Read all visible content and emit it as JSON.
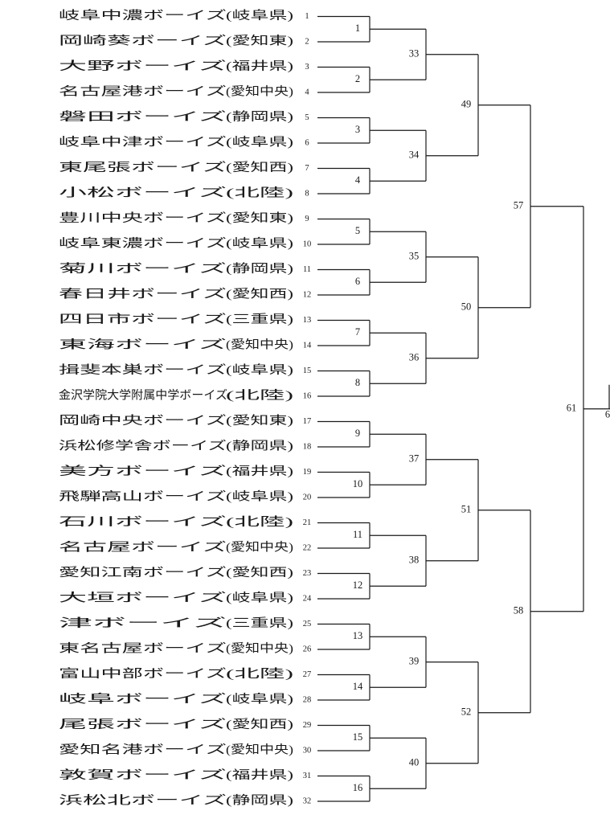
{
  "teams": [
    {
      "seed": "1",
      "name": "岐阜中濃ボーイズ",
      "region": "(岐阜県)"
    },
    {
      "seed": "2",
      "name": "岡崎葵ボーイズ",
      "region": "(愛知東)"
    },
    {
      "seed": "3",
      "name": "大野ボーイズ",
      "region": "(福井県)"
    },
    {
      "seed": "4",
      "name": "名古屋港ボーイズ",
      "region": "(愛知中央)"
    },
    {
      "seed": "5",
      "name": "磐田ボーイズ",
      "region": "(静岡県)"
    },
    {
      "seed": "6",
      "name": "岐阜中津ボーイズ",
      "region": "(岐阜県)"
    },
    {
      "seed": "7",
      "name": "東尾張ボーイズ",
      "region": "(愛知西)"
    },
    {
      "seed": "8",
      "name": "小松ボーイズ",
      "region": "(北陸)"
    },
    {
      "seed": "9",
      "name": "豊川中央ボーイズ",
      "region": "(愛知東)"
    },
    {
      "seed": "10",
      "name": "岐阜東濃ボーイズ",
      "region": "(岐阜県)"
    },
    {
      "seed": "11",
      "name": "菊川ボーイズ",
      "region": "(静岡県)"
    },
    {
      "seed": "12",
      "name": "春日井ボーイズ",
      "region": "(愛知西)"
    },
    {
      "seed": "13",
      "name": "四日市ボーイズ",
      "region": "(三重県)"
    },
    {
      "seed": "14",
      "name": "東海ボーイズ",
      "region": "(愛知中央)"
    },
    {
      "seed": "15",
      "name": "揖斐本巣ボーイズ",
      "region": "(岐阜県)"
    },
    {
      "seed": "16",
      "name": "金沢学院大学附属中学ボーイズ",
      "region": "(北陸)"
    },
    {
      "seed": "17",
      "name": "岡崎中央ボーイズ",
      "region": "(愛知東)"
    },
    {
      "seed": "18",
      "name": "浜松修学舎ボーイズ",
      "region": "(静岡県)"
    },
    {
      "seed": "19",
      "name": "美方ボーイズ",
      "region": "(福井県)"
    },
    {
      "seed": "20",
      "name": "飛騨高山ボーイズ",
      "region": "(岐阜県)"
    },
    {
      "seed": "21",
      "name": "石川ボーイズ",
      "region": "(北陸)"
    },
    {
      "seed": "22",
      "name": "名古屋ボーイズ",
      "region": "(愛知中央)"
    },
    {
      "seed": "23",
      "name": "愛知江南ボーイズ",
      "region": "(愛知西)"
    },
    {
      "seed": "24",
      "name": "大垣ボーイズ",
      "region": "(岐阜県)"
    },
    {
      "seed": "25",
      "name": "津ボーイズ",
      "region": "(三重県)"
    },
    {
      "seed": "26",
      "name": "東名古屋ボーイズ",
      "region": "(愛知中央)"
    },
    {
      "seed": "27",
      "name": "富山中部ボーイズ",
      "region": "(北陸)"
    },
    {
      "seed": "28",
      "name": "岐阜ボーイズ",
      "region": "(岐阜県)"
    },
    {
      "seed": "29",
      "name": "尾張ボーイズ",
      "region": "(愛知西)"
    },
    {
      "seed": "30",
      "name": "愛知名港ボーイズ",
      "region": "(愛知中央)"
    },
    {
      "seed": "31",
      "name": "敦賀ボーイズ",
      "region": "(福井県)"
    },
    {
      "seed": "32",
      "name": "浜松北ボーイズ",
      "region": "(静岡県)"
    }
  ],
  "rounds": [
    [
      "1",
      "2",
      "3",
      "4",
      "5",
      "6",
      "7",
      "8",
      "9",
      "10",
      "11",
      "12",
      "13",
      "14",
      "15",
      "16"
    ],
    [
      "33",
      "34",
      "35",
      "36",
      "37",
      "38",
      "39",
      "40"
    ],
    [
      "49",
      "50",
      "51",
      "52"
    ],
    [
      "57",
      "58"
    ],
    [
      "61"
    ]
  ],
  "cut_off_label": "6"
}
